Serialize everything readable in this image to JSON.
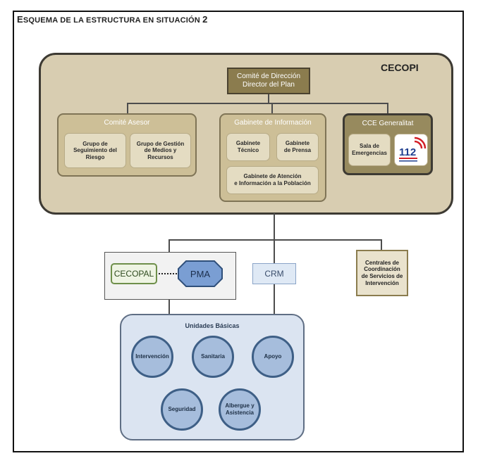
{
  "title": {
    "prefix": "E",
    "text": "SQUEMA DE LA ESTRUCTURA EN SITUACIÓN ",
    "number": "2"
  },
  "cecopi": {
    "label": "CECOPI"
  },
  "direccion": {
    "line1": "Comité de Dirección",
    "line2": "Director del Plan"
  },
  "comite_asesor": {
    "title": "Comité Asesor",
    "grupo_seguimiento": [
      "Grupo de",
      "Seguimiento del",
      "Riesgo"
    ],
    "grupo_gestion": [
      "Grupo de Gestión",
      "de Medios y",
      "Recursos"
    ]
  },
  "gabinete_info": {
    "title": "Gabinete de Información",
    "tecnico": [
      "Gabinete",
      "Técnico"
    ],
    "prensa": [
      "Gabinete",
      "de Prensa"
    ],
    "atencion": [
      "Gabinete de Atención",
      "e Información a la Población"
    ]
  },
  "cce": {
    "title": "CCE Generalitat",
    "sala": [
      "Sala de",
      "Emergencias"
    ],
    "logo_text": "112",
    "logo_color": "#1f3f8f",
    "logo_accent": "#d32027"
  },
  "cecopal": {
    "label": "CECOPAL"
  },
  "pma": {
    "label": "PMA"
  },
  "crm": {
    "label": "CRM"
  },
  "centrales": [
    "Centrales de",
    "Coordinación",
    "de Servicios de",
    "Intervención"
  ],
  "unidades": {
    "title": "Unidades Básicas",
    "intervencion": "Intervención",
    "sanitaria": "Sanitaria",
    "apoyo": "Apoyo",
    "seguridad": "Seguridad",
    "albergue": [
      "Albergue y",
      "Asistencia"
    ]
  }
}
